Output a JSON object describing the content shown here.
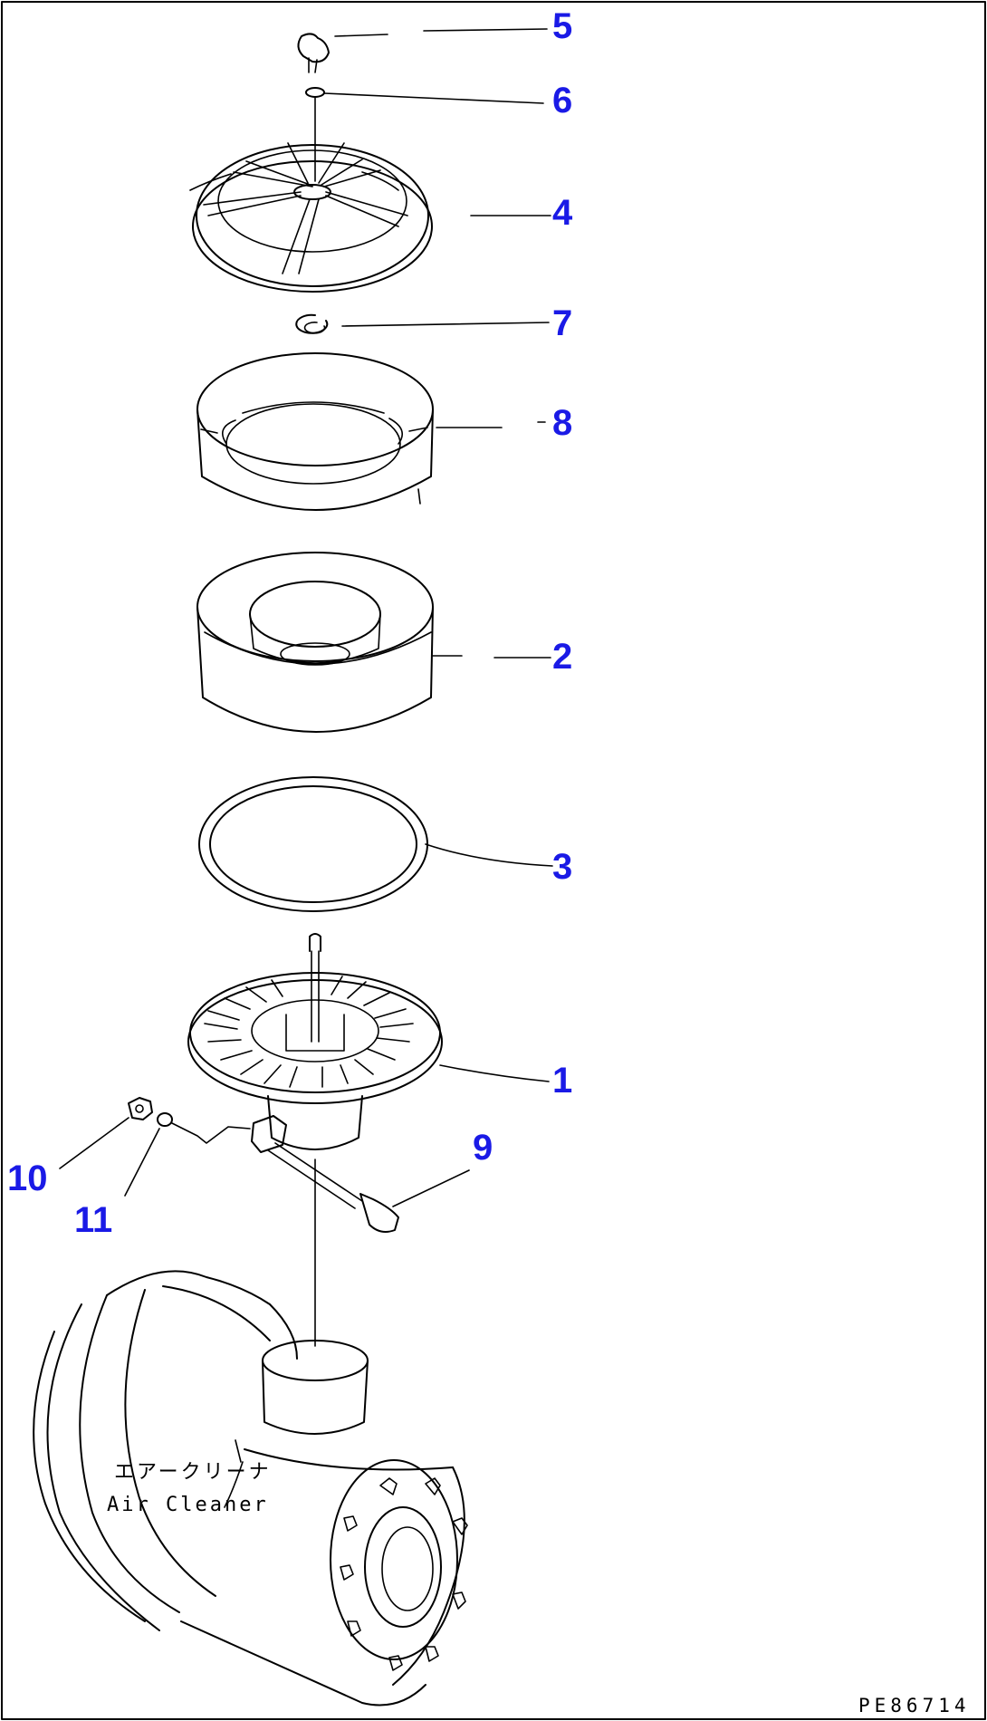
{
  "callouts": [
    {
      "id": "5",
      "label": "5"
    },
    {
      "id": "6",
      "label": "6"
    },
    {
      "id": "4",
      "label": "4"
    },
    {
      "id": "7",
      "label": "7"
    },
    {
      "id": "8",
      "label": "8"
    },
    {
      "id": "2",
      "label": "2"
    },
    {
      "id": "3",
      "label": "3"
    },
    {
      "id": "1",
      "label": "1"
    },
    {
      "id": "9",
      "label": "9"
    },
    {
      "id": "10",
      "label": "10"
    },
    {
      "id": "11",
      "label": "11"
    }
  ],
  "assembly_label_jp": "エアークリーナ",
  "assembly_label_en": "Air Cleaner",
  "drawing_code": "PE86714",
  "colors": {
    "callout": "#1a1ae6",
    "line": "#000000"
  }
}
